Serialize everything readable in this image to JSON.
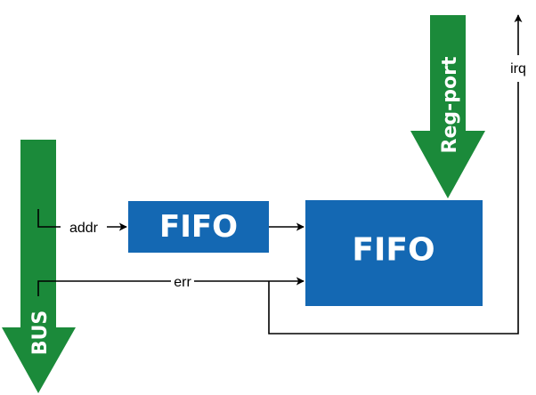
{
  "colors": {
    "block_fill": "#1468b3",
    "arrow_fill": "#1b8a3a",
    "line": "#000000",
    "label_on_fill": "#ffffff"
  },
  "blocks": {
    "small_fifo": {
      "label": "FIFO"
    },
    "large_fifo": {
      "label": "FIFO"
    }
  },
  "big_arrows": {
    "bus": {
      "label": "BUS",
      "direction": "down"
    },
    "reg_port": {
      "label": "Reg-port",
      "direction": "down"
    }
  },
  "signals": {
    "addr": {
      "label": "addr"
    },
    "err": {
      "label": "err"
    },
    "irq": {
      "label": "irq"
    }
  }
}
